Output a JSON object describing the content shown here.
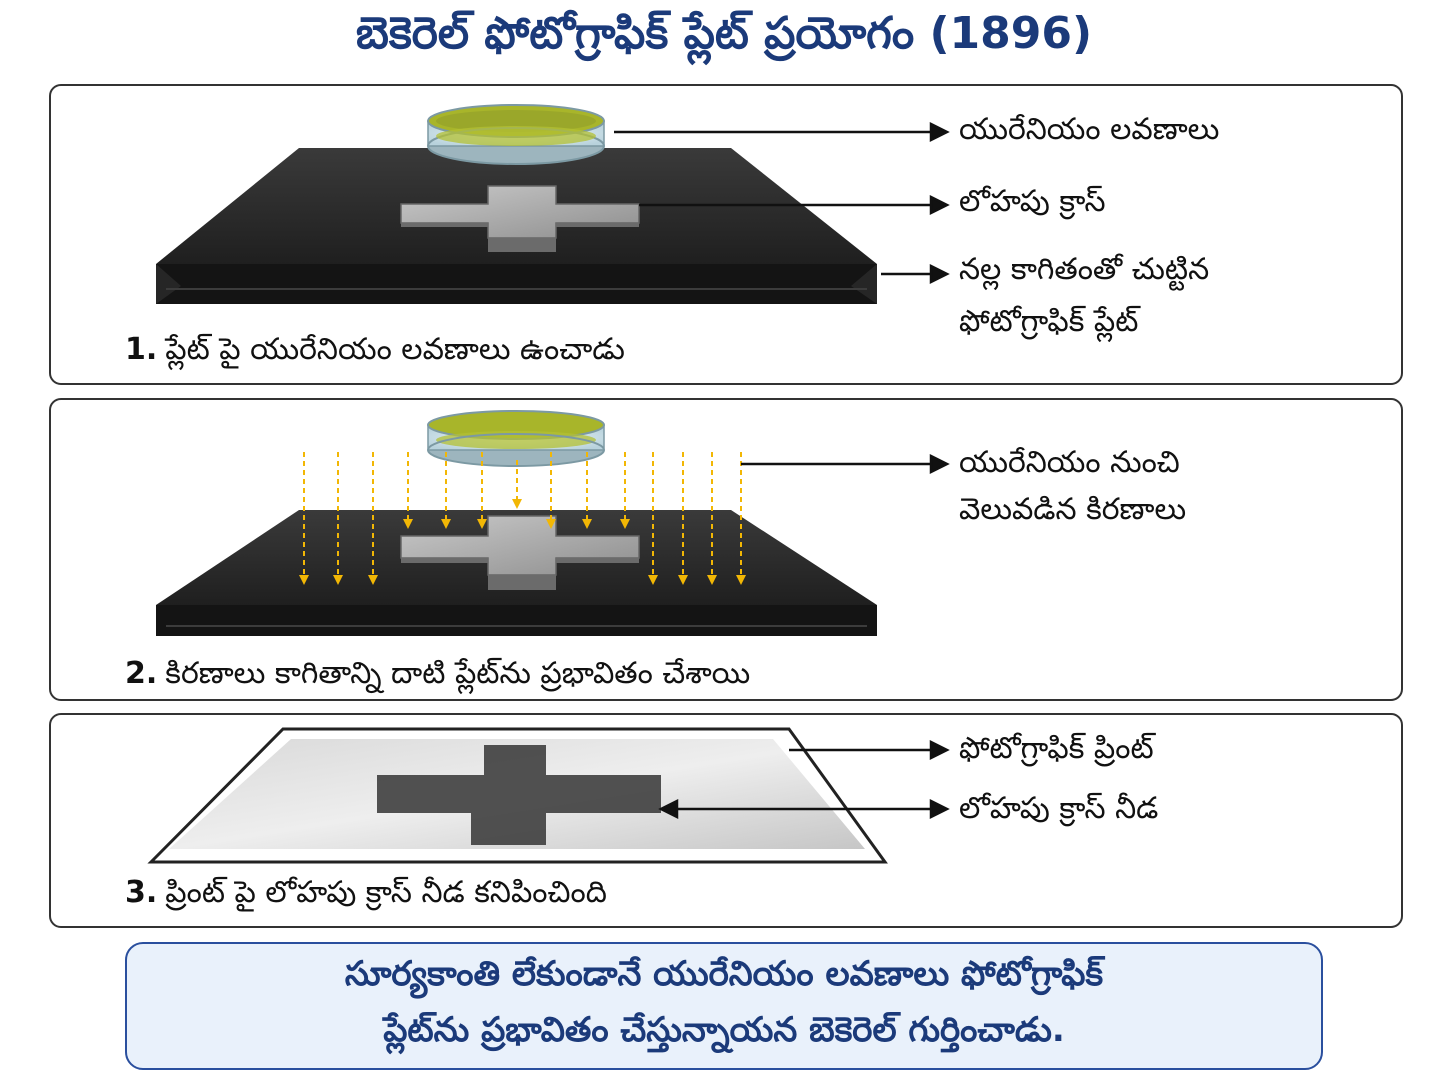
{
  "title": "బెకెరెల్ ఫోటోగ్రాఫిక్ ప్లేట్ ప్రయోగం (1896)",
  "panel1": {
    "labels": {
      "uranium_salts": "యురేనియం లవణాలు",
      "metal_cross": "లోహపు క్రాస్",
      "wrapped_plate_line1": "నల్ల కాగితంతో చుట్టిన",
      "wrapped_plate_line2": "ఫోటోగ్రాఫిక్ ప్లేట్"
    },
    "step_number": "1.",
    "step_text": "ప్లేట్ పై యురేనియం లవణాలు ఉంచాడు"
  },
  "panel2": {
    "labels": {
      "rays_line1": "యురేనియం నుంచి",
      "rays_line2": "వెలువడిన కిరణాలు"
    },
    "step_number": "2.",
    "step_text": "కిరణాలు కాగితాన్ని దాటి ప్లేట్‌ను ప్రభావితం చేశాయి"
  },
  "panel3": {
    "labels": {
      "print": "ఫోటోగ్రాఫిక్ ప్రింట్",
      "shadow": "లోహపు క్రాస్ నీడ"
    },
    "step_number": "3.",
    "step_text": "ప్రింట్ పై లోహపు క్రాస్ నీడ కనిపించింది"
  },
  "footer": {
    "line1": "సూర్యకాంతి లేకుండానే యురేనియం లవణాలు ఫోటోగ్రాఫిక్",
    "line2": "ప్లేట్‌ను ప్రభావితం చేస్తున్నాయన బెకెరెల్ గుర్తించాడు."
  },
  "colors": {
    "title": "#1b3a7a",
    "plate": "#2b2b2b",
    "uranium": "#a8b52a",
    "rays": "#f2b705",
    "footer_bg": "#e9f1fb"
  }
}
